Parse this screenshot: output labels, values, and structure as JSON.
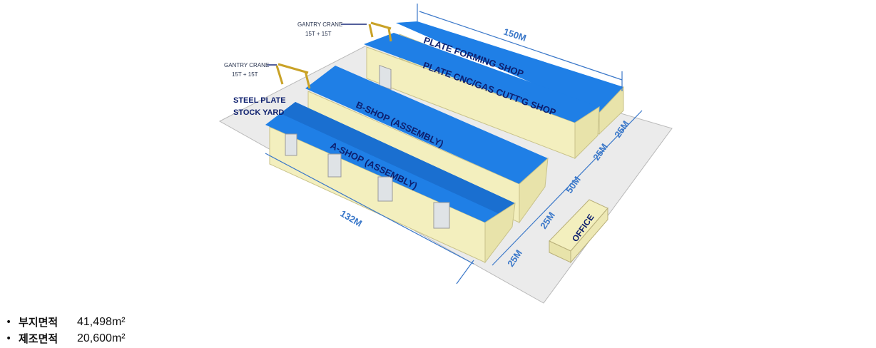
{
  "diagram": {
    "shops": [
      {
        "label": "PLATE  FORMING SHOP"
      },
      {
        "label": "PLATE  CNC/GAS CUTT'G  SHOP"
      },
      {
        "label": "B-SHOP (ASSEMBLY)"
      },
      {
        "label": "A-SHOP (ASSEMBLY)"
      }
    ],
    "cranes": [
      {
        "name": "GANTRY CRANE",
        "capacity": "15T + 15T"
      },
      {
        "name": "GANTRY CRANE",
        "capacity": "15T + 15T"
      }
    ],
    "stock_yard": {
      "line1": "STEEL  PLATE",
      "line2": "STOCK  YARD"
    },
    "office": "OFFICE",
    "dimensions": {
      "length_top": "150M",
      "length_bottom": "132M",
      "gaps": [
        "25M",
        "25M",
        "50M",
        "25M",
        "25M"
      ]
    },
    "colors": {
      "roof": "#1f7fe6",
      "roof_dark": "#1660b8",
      "wall": "#f3efbe",
      "ground": "#ebebeb",
      "dim": "#3b78c9",
      "label": "#0d1f6e"
    }
  },
  "facts": [
    {
      "label": "부지면적",
      "value": "41,498m²"
    },
    {
      "label": "제조면적",
      "value": "20,600m²"
    }
  ]
}
